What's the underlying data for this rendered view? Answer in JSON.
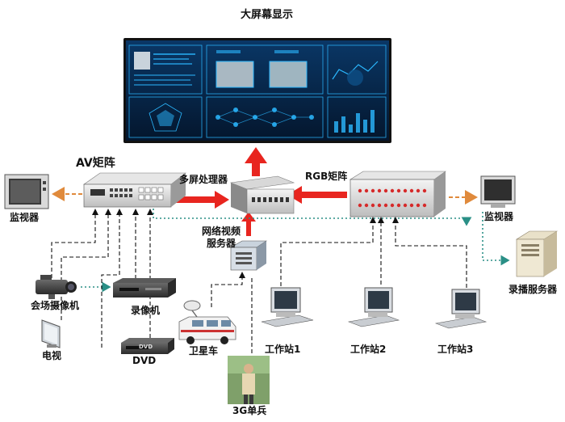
{
  "labels": {
    "big_screen": "大屏幕显示",
    "av_matrix": "AV矩阵",
    "multi_screen": "多屏处理器",
    "rgb_matrix": "RGB矩阵",
    "monitor_left": "监视器",
    "monitor_right": "监视器",
    "net_video_1": "网络视频",
    "net_video_2": "服务器",
    "venue_camera": "会场摄像机",
    "vcr": "录像机",
    "tv": "电视",
    "dvd": "DVD",
    "satellite_car": "卫星车",
    "ws1": "工作站1",
    "ws2": "工作站2",
    "ws3": "工作站3",
    "recording_server": "录播服务器",
    "soldier": "3G单兵",
    "dvd_panel": "DVD"
  },
  "colors": {
    "arrow_red": "#e8251f",
    "arrow_orange": "#e08a3c",
    "dotted_teal": "#2a8f86",
    "screen_bg": "#06203f",
    "screen_glow": "#2bb8ff"
  }
}
